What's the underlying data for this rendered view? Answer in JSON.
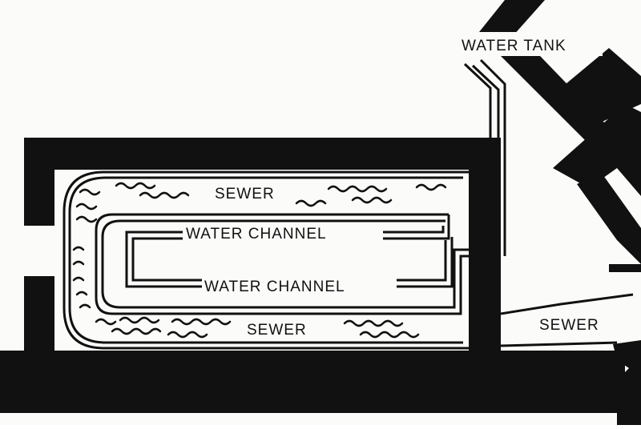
{
  "labels": {
    "water_tank": "WATER TANK",
    "sewer_top": "SEWER",
    "sewer_bottom": "SEWER",
    "sewer_outlet": "SEWER",
    "water_channel_upper": "WATER CHANNEL",
    "water_channel_lower": "WATER CHANNEL"
  },
  "colors": {
    "ink": "#111111",
    "paper": "#fbfbf9"
  }
}
